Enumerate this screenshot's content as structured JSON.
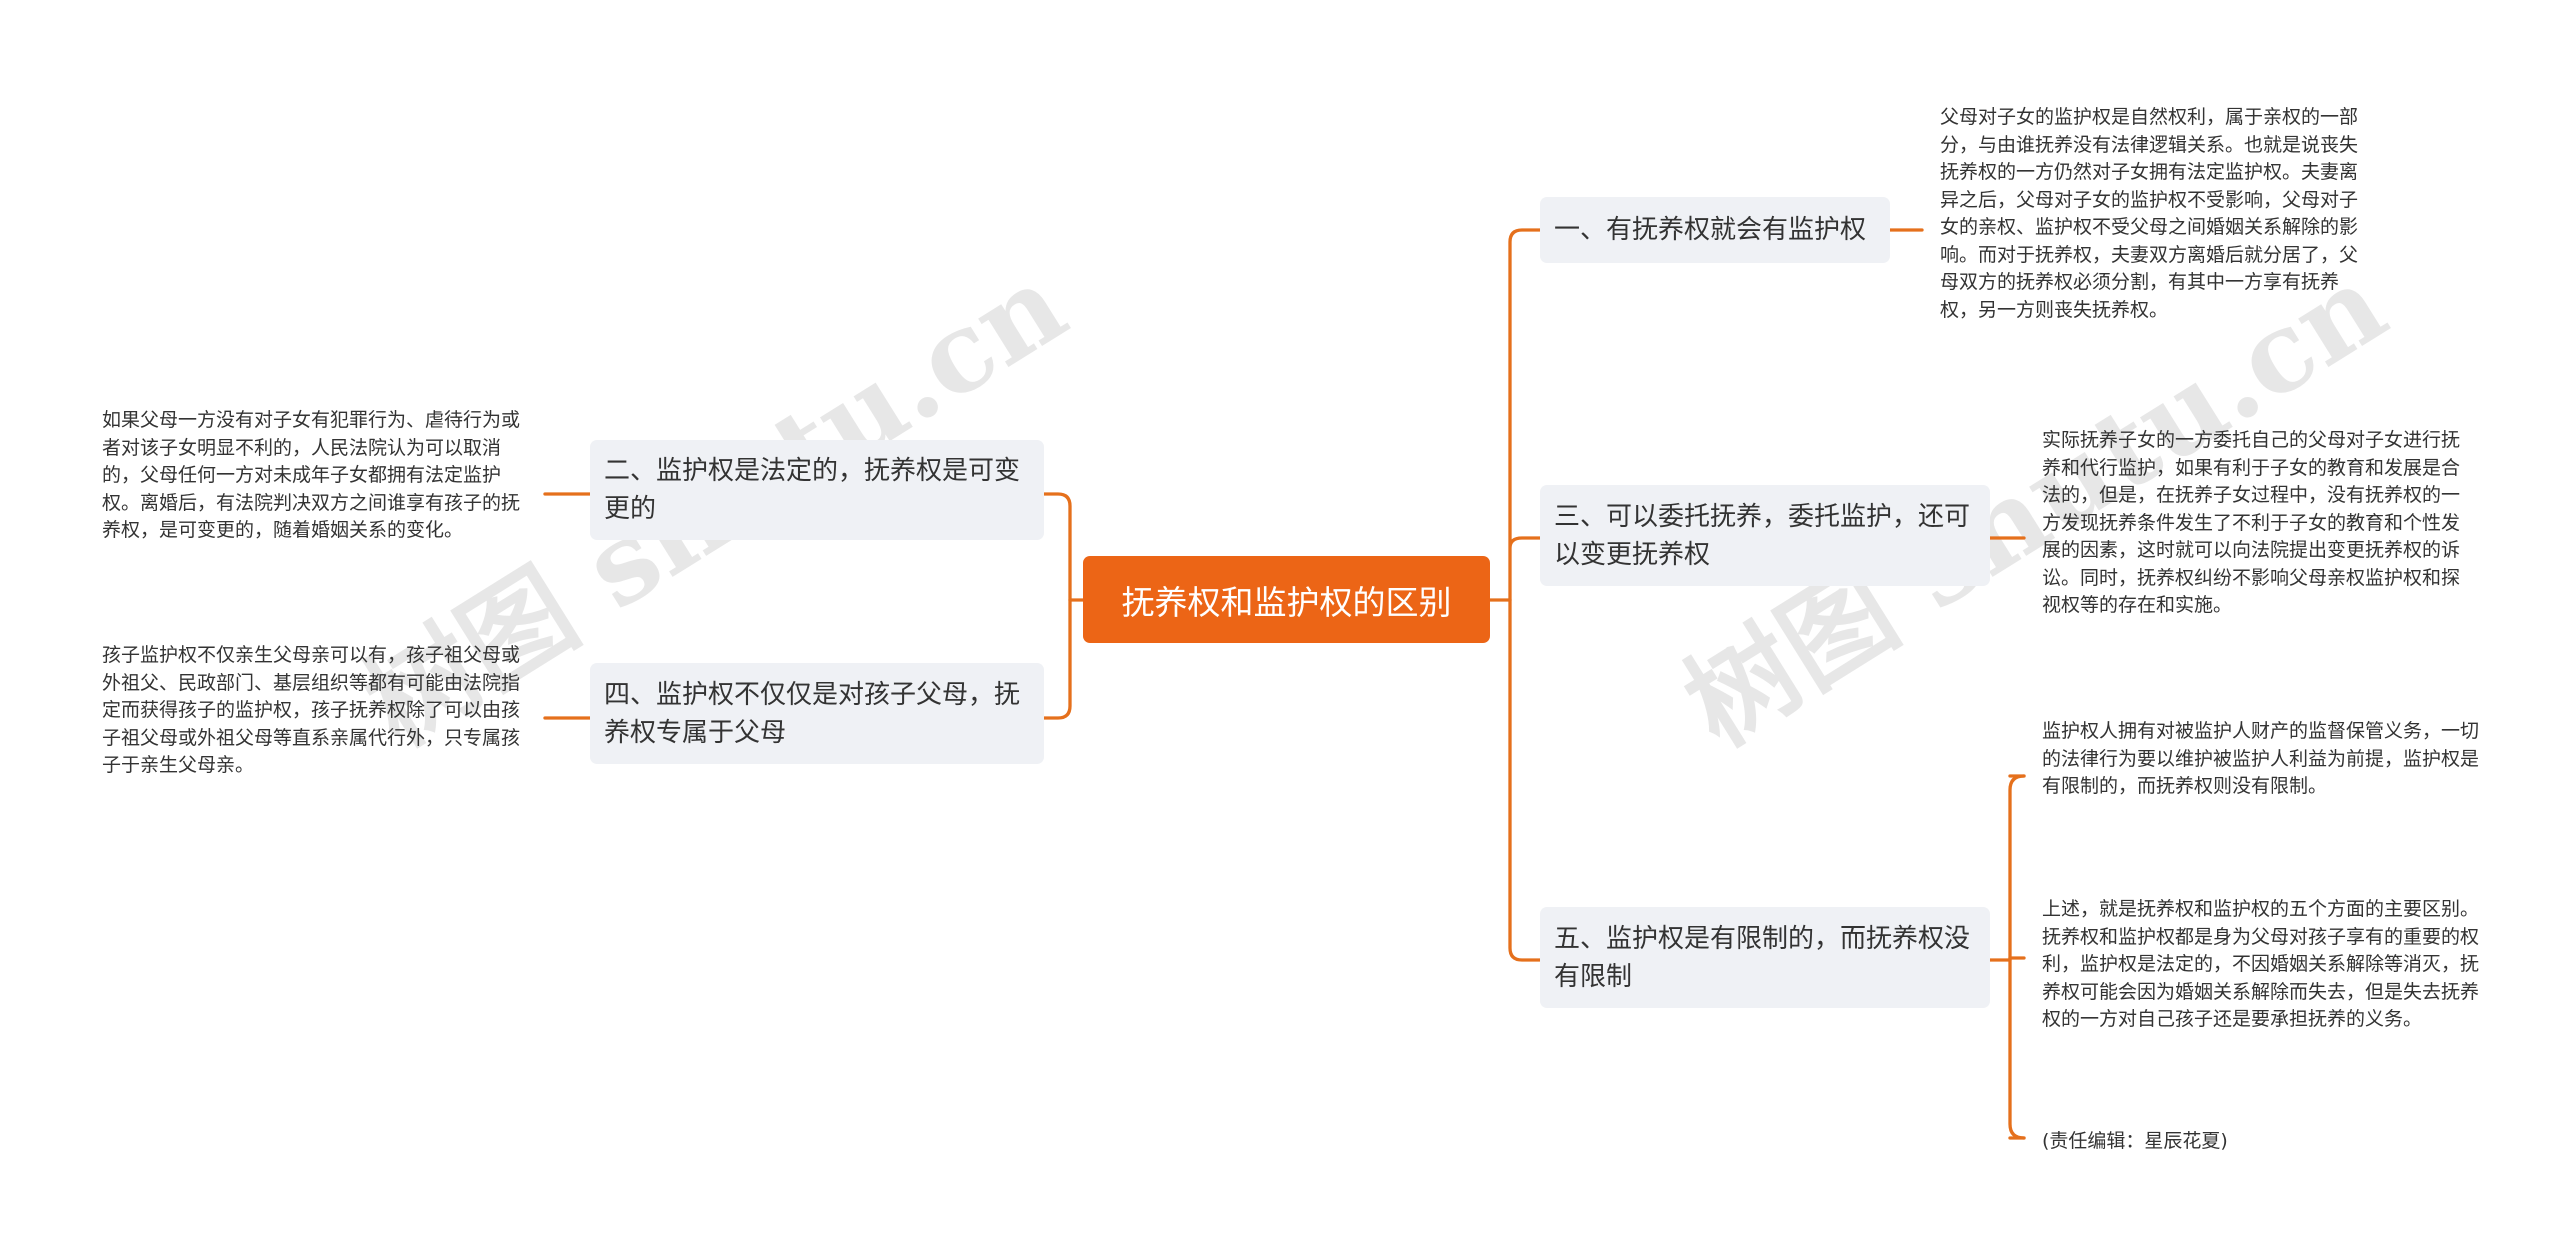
{
  "watermarks": [
    "树图 shutu.cn",
    "树图 shutu.cn"
  ],
  "root": {
    "label": "抚养权和监护权的区别"
  },
  "branches": {
    "b1": {
      "label": "一、有抚养权就会有监护权",
      "leaf": "父母对子女的监护权是自然权利，属于亲权的一部分，与由谁抚养没有法律逻辑关系。也就是说丧失抚养权的一方仍然对子女拥有法定监护权。夫妻离异之后，父母对子女的监护权不受影响，父母对子女的亲权、监护权不受父母之间婚姻关系解除的影响。而对于抚养权，夫妻双方离婚后就分居了，父母双方的抚养权必须分割，有其中一方享有抚养权，另一方则丧失抚养权。"
    },
    "b2": {
      "label": "二、监护权是法定的，抚养权是可变更的",
      "leaf": "如果父母一方没有对子女有犯罪行为、虐待行为或者对该子女明显不利的，人民法院认为可以取消的，父母任何一方对未成年子女都拥有法定监护权。离婚后，有法院判决双方之间谁享有孩子的抚养权，是可变更的，随着婚姻关系的变化。"
    },
    "b3": {
      "label": "三、可以委托抚养，委托监护，还可以变更抚养权",
      "leaf": "实际抚养子女的一方委托自己的父母对子女进行抚养和代行监护，如果有利于子女的教育和发展是合法的，但是，在抚养子女过程中，没有抚养权的一方发现抚养条件发生了不利于子女的教育和个性发展的因素，这时就可以向法院提出变更抚养权的诉讼。同时，抚养权纠纷不影响父母亲权监护权和探视权等的存在和实施。"
    },
    "b4": {
      "label": "四、监护权不仅仅是对孩子父母，抚养权专属于父母",
      "leaf": "孩子监护权不仅亲生父母亲可以有，孩子祖父母或外祖父、民政部门、基层组织等都有可能由法院指定而获得孩子的监护权，孩子抚养权除了可以由孩子祖父母或外祖父母等直系亲属代行外，只专属孩子于亲生父母亲。"
    },
    "b5": {
      "label": "五、监护权是有限制的，而抚养权没有限制",
      "leaves": [
        "监护权人拥有对被监护人财产的监督保管义务，一切的法律行为要以维护被监护人利益为前提，监护权是有限制的，而抚养权则没有限制。",
        "上述，就是抚养权和监护权的五个方面的主要区别。抚养权和监护权都是身为父母对孩子享有的重要的权利，监护权是法定的，不因婚姻关系解除等消灭，抚养权可能会因为婚姻关系解除而失去，但是失去抚养权的一方对自己孩子还是要承担抚养的义务。",
        "(责任编辑：星辰花夏)"
      ]
    }
  }
}
